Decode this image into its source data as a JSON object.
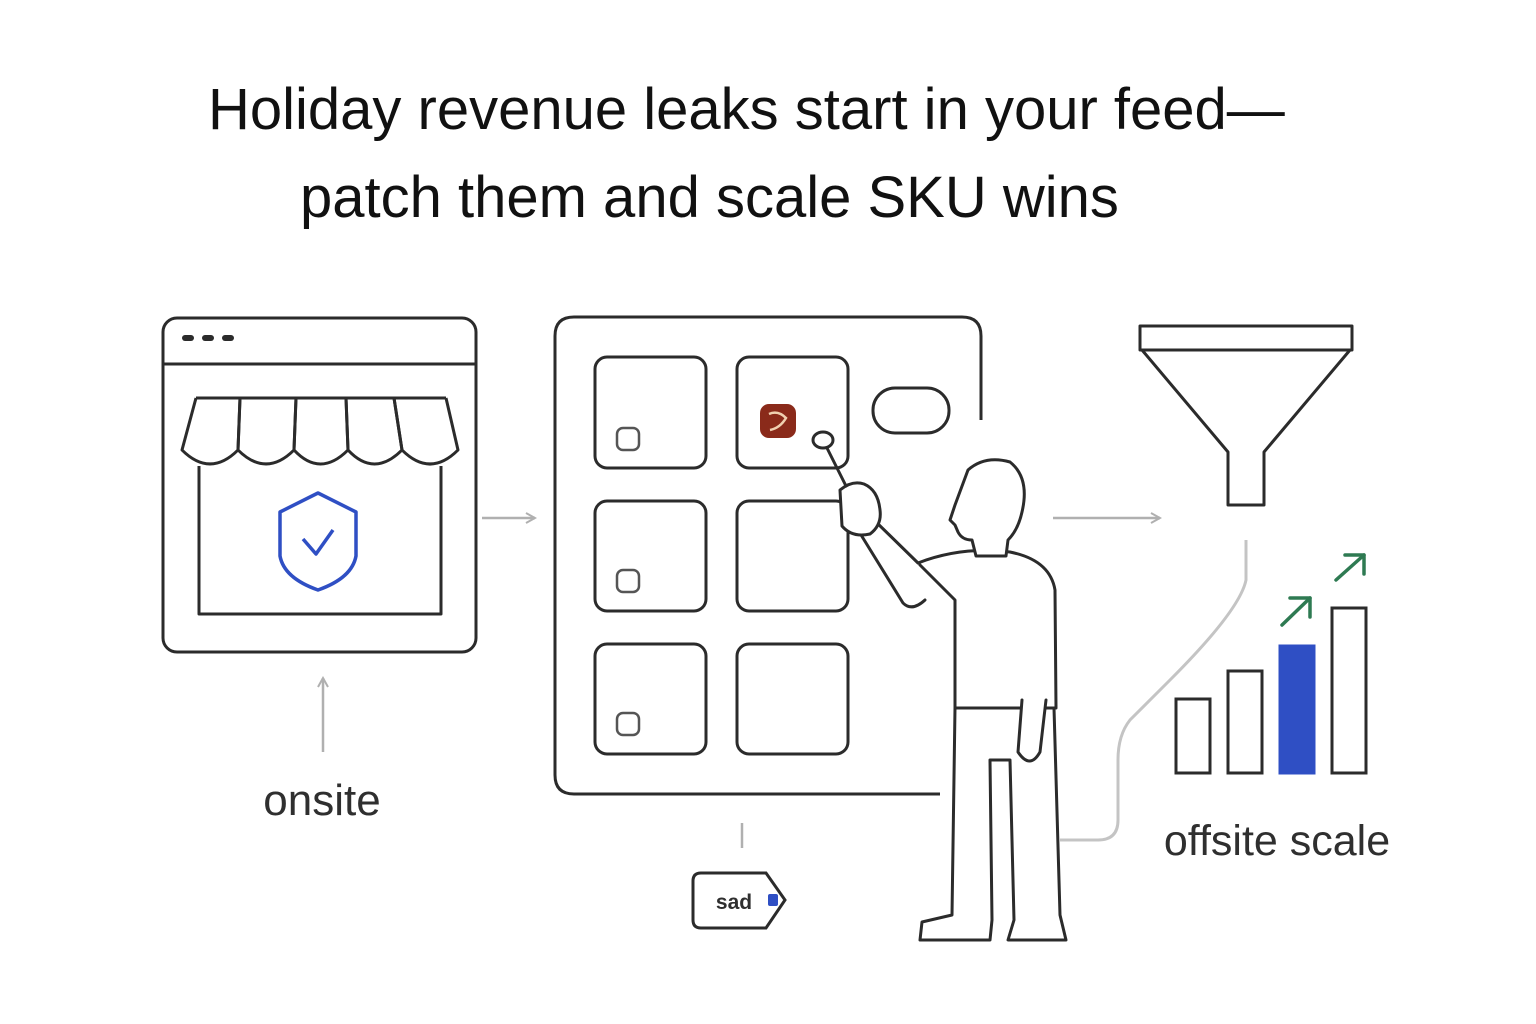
{
  "title": {
    "line1": "Holiday revenue leaks start in your feed—",
    "line2": "patch them and scale SKU wins"
  },
  "labels": {
    "onsite": "onsite",
    "offsite": "offsite scale",
    "tag": "sad"
  },
  "colors": {
    "ink": "#2b2b2b",
    "accent_blue": "#2f4fc4",
    "growth_green": "#2e7a52",
    "flagged_tile": "#8a2a1a",
    "connector_gray": "#b8b8b8"
  },
  "icons": [
    "storefront-icon",
    "shield-check-icon",
    "funnel-icon",
    "person-icon",
    "price-tag-icon",
    "arrow-up-right-icon"
  ],
  "bars": {
    "relative_heights": [
      0.45,
      0.62,
      0.77,
      1.0
    ],
    "highlighted_index": 2
  }
}
